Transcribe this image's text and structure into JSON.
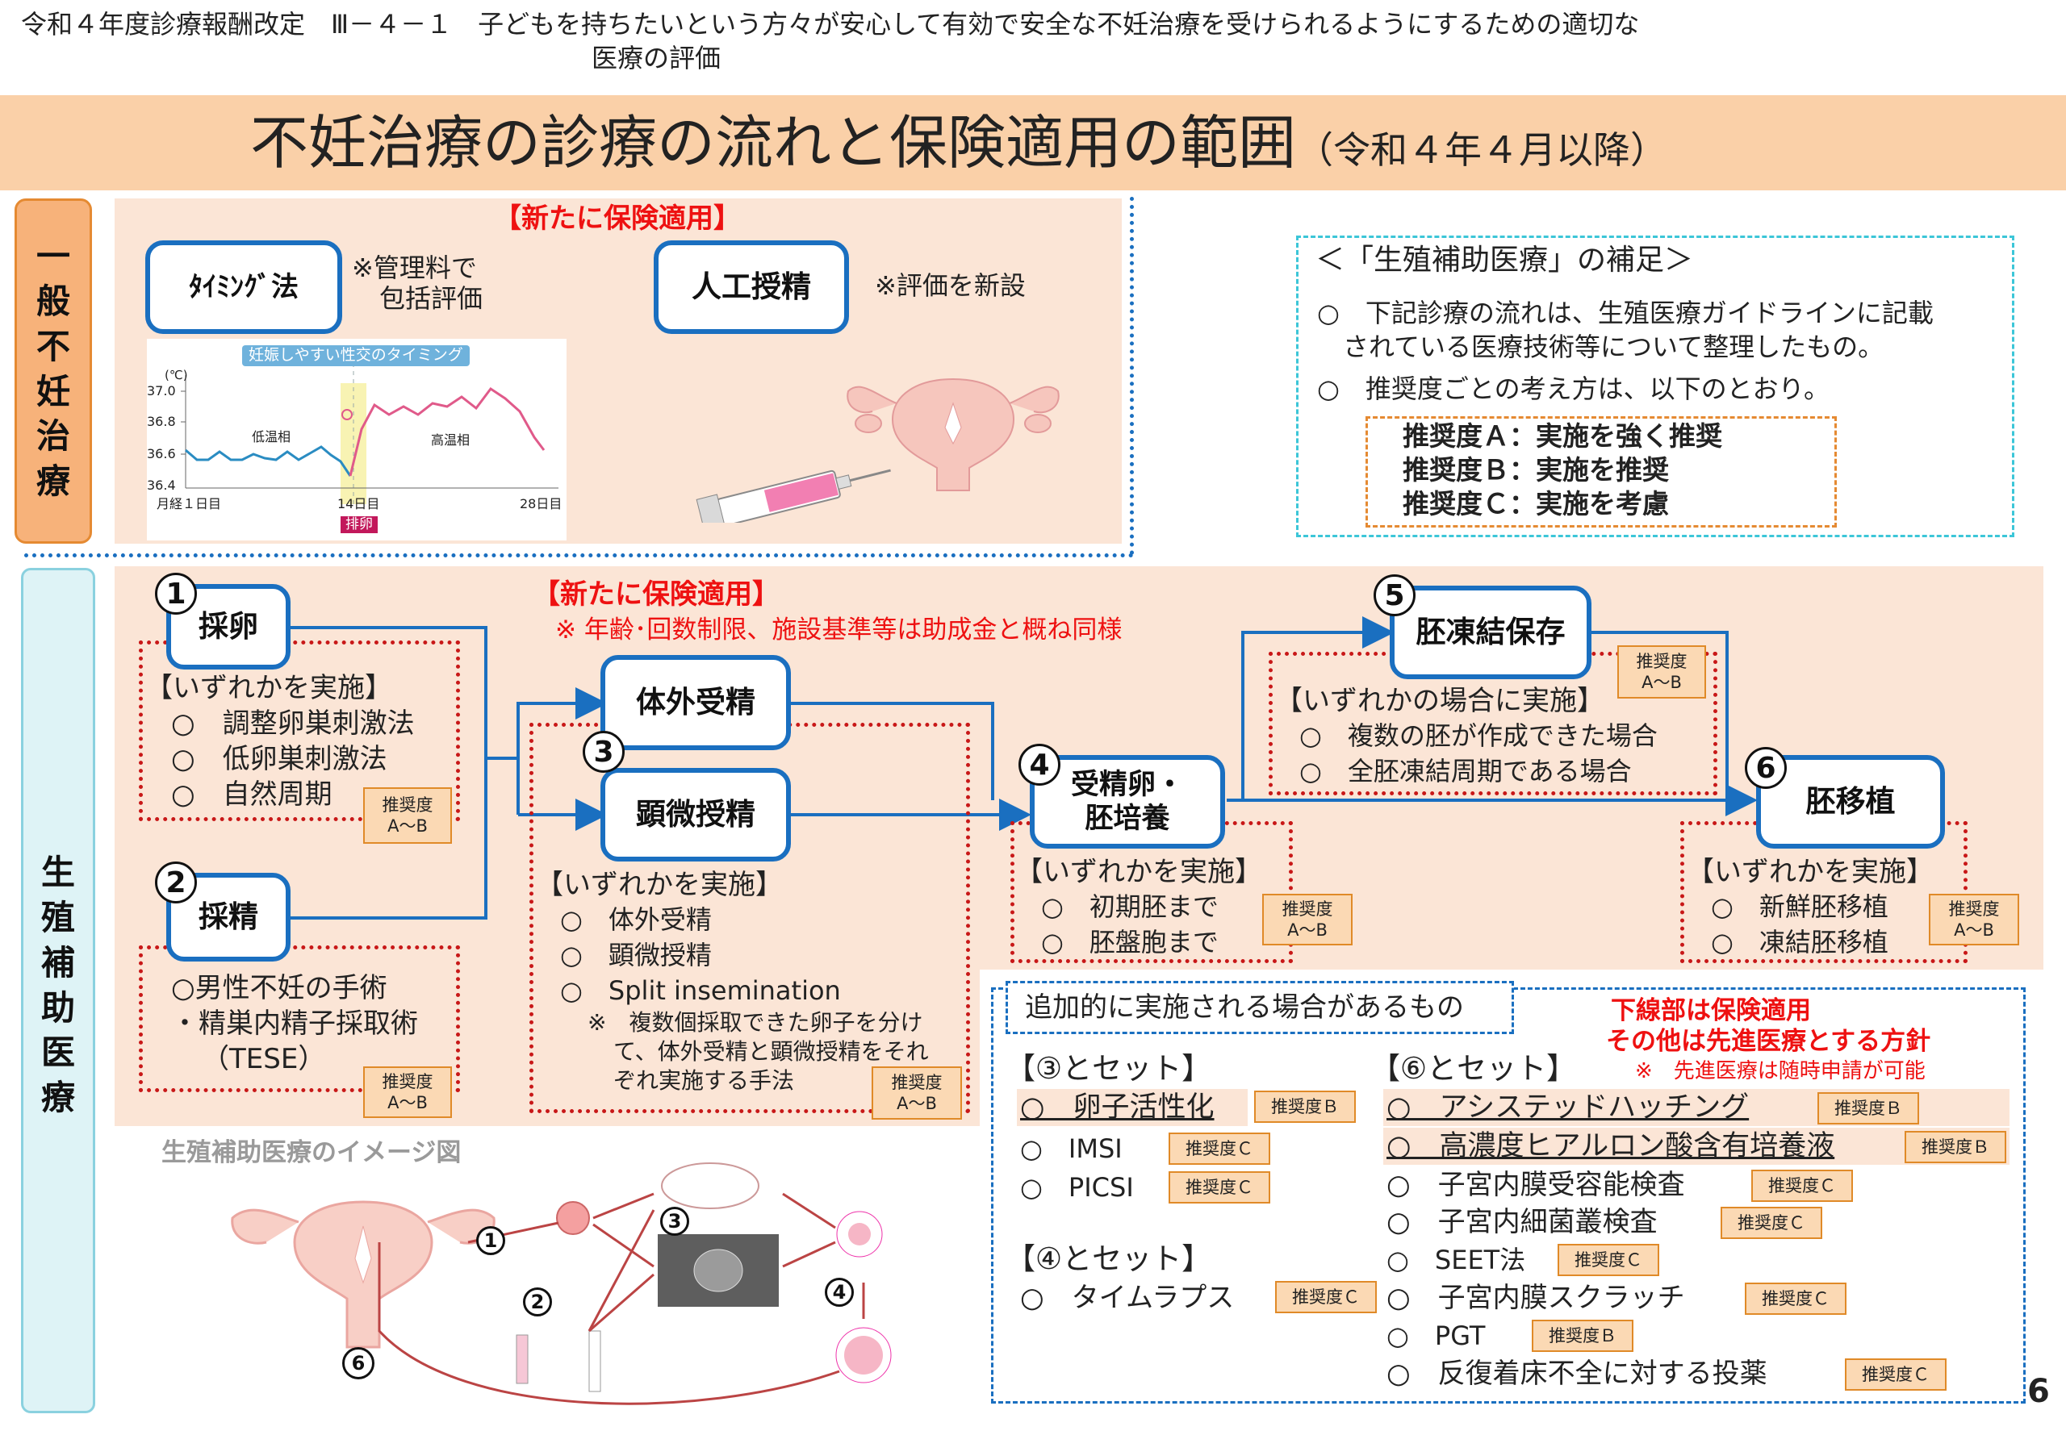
{
  "header": {
    "top_line1": "令和４年度診療報酬改定　Ⅲ－４－１　子どもを持ちたいという方々が安心して有効で安全な不妊治療を受けられるようにするための適切な",
    "top_line2": "医療の評価",
    "title": "不妊治療の診療の流れと保険適用の範囲",
    "title_sub": "（令和４年４月以降）"
  },
  "general": {
    "side": [
      "一",
      "般",
      "不",
      "妊",
      "治",
      "療"
    ],
    "new_label": "【新たに保険適用】",
    "timing_label": "ﾀｲﾐﾝｸﾞ法",
    "timing_note1": "※管理料で",
    "timing_note2": "包括評価",
    "ai_label": "人工授精",
    "ai_note": "※評価を新設"
  },
  "graph": {
    "banner": "妊娠しやすい性交のタイミング",
    "unit": "(℃)",
    "yticks": [
      "37.0",
      "36.8",
      "36.6",
      "36.4"
    ],
    "xticks": [
      "月経１日目",
      "14日目",
      "28日目"
    ],
    "low_phase": "低温相",
    "high_phase": "高温相",
    "ovulation": "排卵"
  },
  "supplement": {
    "title": "＜「生殖補助医療」の補足＞",
    "p1a": "○　下記診療の流れは、生殖医療ガイドラインに記載",
    "p1b": "されている医療技術等について整理したもの。",
    "p2": "○　推奨度ごとの考え方は、以下のとおり。",
    "gradeA": "推奨度Ａ：実施を強く推奨",
    "gradeB": "推奨度Ｂ：実施を推奨",
    "gradeC": "推奨度Ｃ：実施を考慮"
  },
  "art": {
    "side": [
      "生",
      "殖",
      "補",
      "助",
      "医",
      "療"
    ],
    "new_label": "【新たに保険適用】",
    "new_note": "※ 年齢･回数制限、施設基準等は助成金と概ね同様",
    "s1": {
      "num": "1",
      "label": "採卵",
      "head": "【いずれかを実施】",
      "items": [
        "○　調整卵巣刺激法",
        "○　低卵巣刺激法",
        "○　自然周期"
      ],
      "rec1": "推奨度",
      "rec2": "A～B"
    },
    "s2": {
      "num": "2",
      "label": "採精",
      "items": [
        "○男性不妊の手術",
        "・精巣内精子採取術",
        "（TESE）"
      ],
      "rec1": "推奨度",
      "rec2": "A～B"
    },
    "s3": {
      "num": "3",
      "label_a": "体外受精",
      "label_b": "顕微授精",
      "head": "【いずれかを実施】",
      "items": [
        "○　体外受精",
        "○　顕微授精",
        "○　Split insemination"
      ],
      "note": [
        "※　複数個採取できた卵子を分け",
        "て、体外受精と顕微授精をそれ",
        "ぞれ実施する手法"
      ],
      "rec1": "推奨度",
      "rec2": "A～B"
    },
    "s4": {
      "num": "4",
      "label1": "受精卵・",
      "label2": "胚培養",
      "head": "【いずれかを実施】",
      "items": [
        "○　初期胚まで",
        "○　胚盤胞まで"
      ],
      "rec1": "推奨度",
      "rec2": "A～B"
    },
    "s5": {
      "num": "5",
      "label": "胚凍結保存",
      "head": "【いずれかの場合に実施】",
      "items": [
        "○　複数の胚が作成できた場合",
        "○　全胚凍結周期である場合"
      ],
      "rec1": "推奨度",
      "rec2": "A～B"
    },
    "s6": {
      "num": "6",
      "label": "胚移植",
      "head": "【いずれかを実施】",
      "items": [
        "○　新鮮胚移植",
        "○　凍結胚移植"
      ],
      "rec1": "推奨度",
      "rec2": "A～B"
    }
  },
  "image_title": "生殖補助医療のイメージ図",
  "image_nums": [
    "1",
    "2",
    "3",
    "4",
    "6"
  ],
  "additional": {
    "title": "追加的に実施される場合があるもの",
    "legend1": "下線部は保険適用",
    "legend2": "その他は先進医療とする方針",
    "legend3": "※　先進医療は随時申請が可能",
    "set3": "【③とセット】",
    "set3_items": [
      {
        "t": "○　卵子活性化",
        "r": "推奨度Ｂ"
      },
      {
        "t": "○　IMSI",
        "r": "推奨度Ｃ"
      },
      {
        "t": "○　PICSI",
        "r": "推奨度Ｃ"
      }
    ],
    "set4": "【④とセット】",
    "set4_items": [
      {
        "t": "○　タイムラプス",
        "r": "推奨度Ｃ"
      }
    ],
    "set6": "【⑥とセット】",
    "set6_items": [
      {
        "t": "○　アシステッドハッチング",
        "r": "推奨度Ｂ"
      },
      {
        "t": "○　高濃度ヒアルロン酸含有培養液",
        "r": "推奨度Ｂ"
      },
      {
        "t": "○　子宮内膜受容能検査",
        "r": "推奨度Ｃ"
      },
      {
        "t": "○　子宮内細菌叢検査",
        "r": "推奨度Ｃ"
      },
      {
        "t": "○　SEET法",
        "r": "推奨度Ｃ"
      },
      {
        "t": "○　子宮内膜スクラッチ",
        "r": "推奨度Ｃ"
      },
      {
        "t": "○　PGT",
        "r": "推奨度Ｂ"
      },
      {
        "t": "○　反復着床不全に対する投薬",
        "r": "推奨度Ｃ"
      }
    ]
  },
  "page_number": "6",
  "colors": {
    "accent_blue": "#1a6fc0",
    "panel": "#fbe5d6",
    "title_band": "#fad0a8",
    "red": "#e11111",
    "side_tab": "#f7b27a"
  }
}
